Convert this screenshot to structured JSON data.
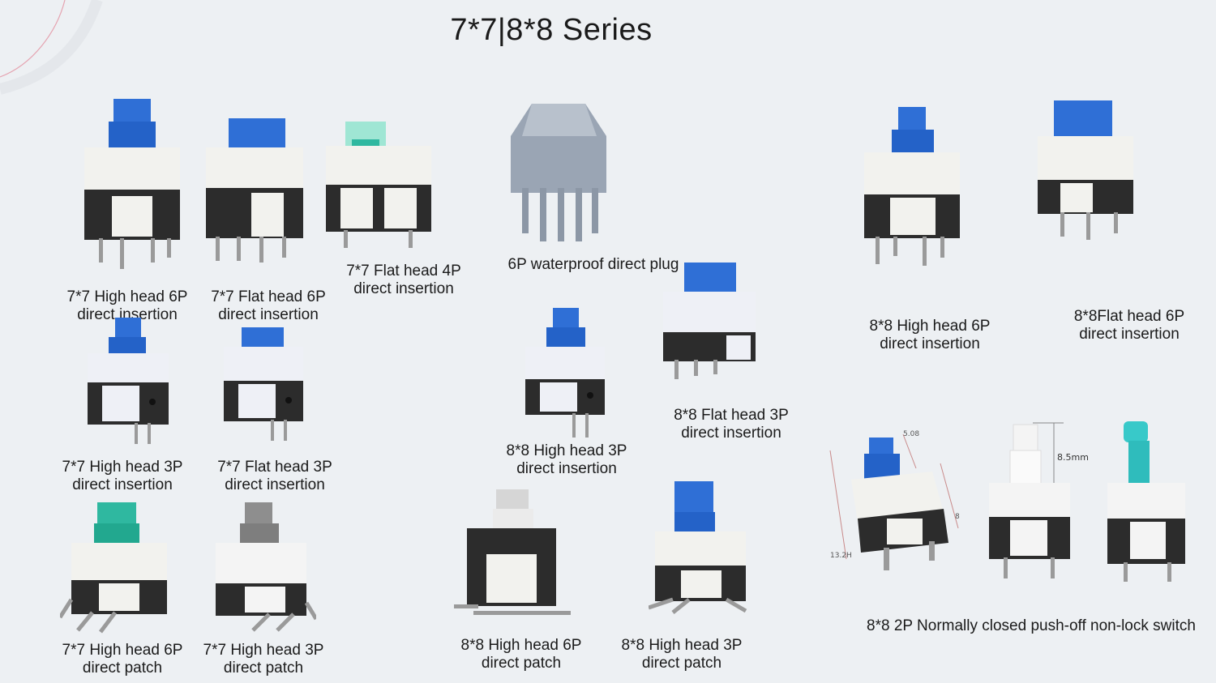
{
  "title": "7*7|8*8 Series",
  "colors": {
    "background": "#edf0f3",
    "blue": "#2f6fd6",
    "white_body": "#f2f2ee",
    "black_base": "#2c2c2c",
    "mint": "#9fe6d4",
    "teal": "#2fb8a0",
    "gray_cap": "#8e8e8e",
    "cyan": "#38c9c9",
    "accent_line": "#e5a3b0"
  },
  "products": [
    {
      "line1": "7*7 High head 6P",
      "line2": "direct insertion"
    },
    {
      "line1": "7*7 Flat head 6P",
      "line2": "direct insertion"
    },
    {
      "line1": "7*7 Flat head 4P",
      "line2": "direct insertion"
    },
    {
      "line1": "6P waterproof direct plug",
      "line2": ""
    },
    {
      "line1": "8*8 High head 6P",
      "line2": "direct insertion"
    },
    {
      "line1": "8*8Flat head 6P",
      "line2": "direct insertion"
    },
    {
      "line1": "7*7 High head 3P",
      "line2": "direct insertion"
    },
    {
      "line1": "7*7 Flat head 3P",
      "line2": "direct insertion"
    },
    {
      "line1": "8*8 High head 3P",
      "line2": "direct insertion"
    },
    {
      "line1": "8*8 Flat head 3P",
      "line2": "direct insertion"
    },
    {
      "line1": "7*7 High head 6P",
      "line2": "direct patch"
    },
    {
      "line1": "7*7 High head 3P",
      "line2": "direct patch"
    },
    {
      "line1": "8*8 High head 6P",
      "line2": "direct patch"
    },
    {
      "line1": "8*8 High head 3P",
      "line2": "direct patch"
    },
    {
      "line1": "8*8 2P Normally closed push-off non-lock switch",
      "line2": ""
    }
  ],
  "dimensions": {
    "d1": "5.08",
    "d2": "8.5mm",
    "d3": "13.2H",
    "d4": "8"
  }
}
